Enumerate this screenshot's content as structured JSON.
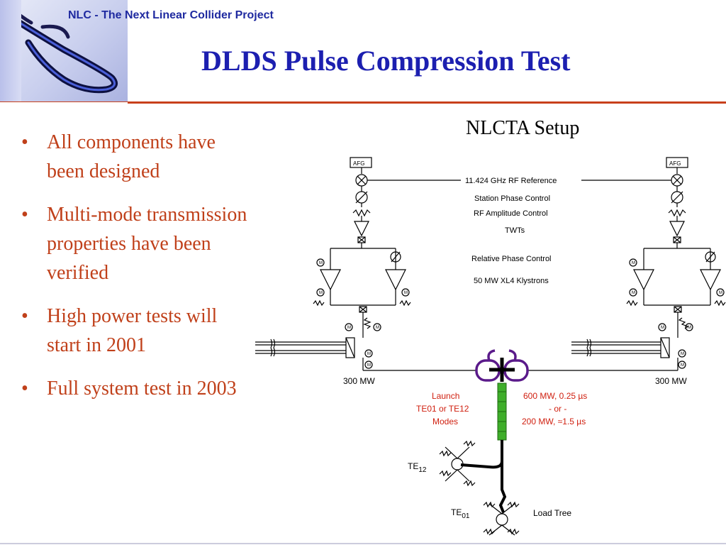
{
  "header": {
    "project_title": "NLC - The Next Linear Collider Project"
  },
  "slide": {
    "title": "DLDS Pulse Compression Test"
  },
  "bullets": [
    "All components have been designed",
    "Multi-mode transmission properties have been verified",
    "High power tests will start in 2001",
    "Full system test in 2003"
  ],
  "diagram": {
    "title": "NLCTA Setup",
    "afg_left": "AFG",
    "afg_right": "AFG",
    "labels": {
      "rf_reference": "11.424 GHz RF Reference",
      "station_phase": "Station Phase Control",
      "rf_amplitude": "RF Amplitude Control",
      "twts": "TWTs",
      "relative_phase": "Relative Phase Control",
      "klystrons": "50 MW XL4 Klystrons",
      "power_left": "300 MW",
      "power_right": "300 MW",
      "launch_1": "Launch",
      "launch_2": "TE01 or TE12",
      "launch_3": "Modes",
      "pulse_1": "600 MW, 0.25 µs",
      "pulse_2": "- or -",
      "pulse_3": "200 MW, ≈1.5 µs",
      "te12_base": "TE",
      "te12_sub": "12",
      "te01_base": "TE",
      "te01_sub": "01",
      "load_tree": "Load Tree",
      "motor": "M"
    },
    "colors": {
      "annotation": "#d02010",
      "mode_converter": "#5a1a8a",
      "waveguide": "#3fae2a"
    }
  }
}
